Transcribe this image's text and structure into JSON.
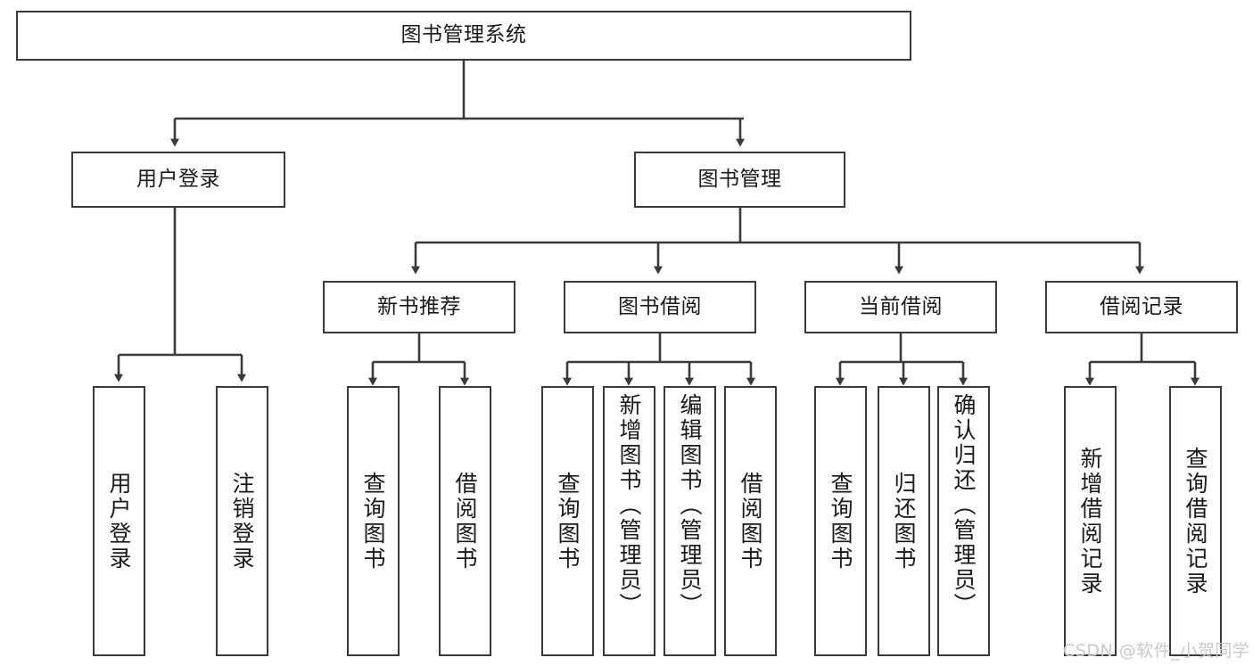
{
  "diagram": {
    "title": "图书管理系统",
    "type": "tree-hierarchy-chart",
    "watermark": "CSDN @软件_小贺同学",
    "colors": {
      "stroke": "#3a3a3a",
      "fill": "#ffffff",
      "text": "#1a1a1a",
      "watermark": "#c9c9c9"
    },
    "nodes": {
      "root": {
        "label": "图书管理系统"
      },
      "level2": [
        {
          "label": "用户登录"
        },
        {
          "label": "图书管理"
        }
      ],
      "level3": [
        {
          "label": "新书推荐"
        },
        {
          "label": "图书借阅"
        },
        {
          "label": "当前借阅"
        },
        {
          "label": "借阅记录"
        }
      ],
      "leaves": {
        "user_login": [
          {
            "label": "用户登录"
          },
          {
            "label": "注销登录"
          }
        ],
        "new_book": [
          {
            "label": "查询图书"
          },
          {
            "label": "借阅图书"
          }
        ],
        "book_borrow": [
          {
            "label": "查询图书"
          },
          {
            "label": "新增图书（管理员）"
          },
          {
            "label": "编辑图书（管理员）"
          },
          {
            "label": "借阅图书"
          }
        ],
        "current_borrow": [
          {
            "label": "查询图书"
          },
          {
            "label": "归还图书"
          },
          {
            "label": "确认归还（管理员）"
          }
        ],
        "borrow_record": [
          {
            "label": "新增借阅记录"
          },
          {
            "label": "查询借阅记录"
          }
        ]
      }
    }
  }
}
